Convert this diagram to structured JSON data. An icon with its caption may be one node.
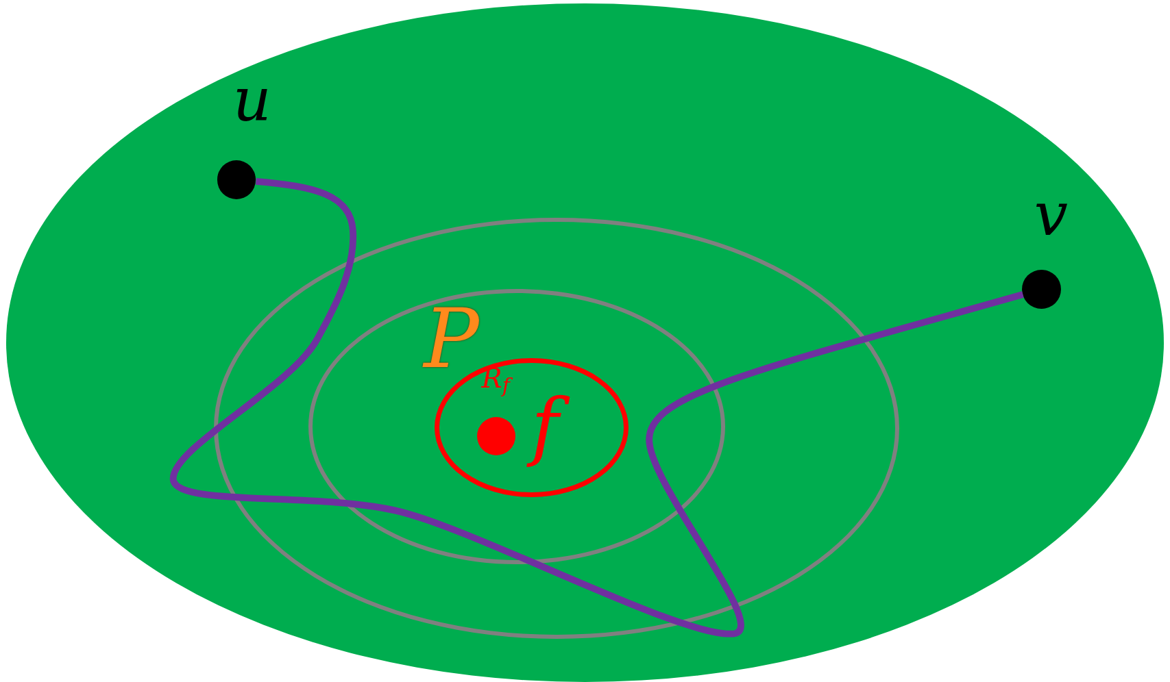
{
  "diagram": {
    "nodes": [
      {
        "text": [],
        "shape": "ellipse"
      },
      {
        "text": [],
        "shape": "circle",
        "beside": [
          "u"
        ],
        "in": 0
      },
      {
        "text": [],
        "shape": "circle",
        "beside": [
          "v"
        ],
        "in": 0
      },
      {
        "text": [],
        "shape": "ellipse",
        "in": 0
      },
      {
        "text": [],
        "shape": "ellipse",
        "in": 3
      },
      {
        "text": [
          "R$_{f}$"
        ],
        "in": 4
      },
      {
        "text": [],
        "shape": "circle",
        "beside": [
          "f"
        ],
        "in": 5
      }
    ],
    "edges": [
      {
        "from": 1,
        "to": 2,
        "arrow": "none",
        "color": "#7030a0"
      }
    ],
    "labels": [
      "P"
    ]
  }
}
